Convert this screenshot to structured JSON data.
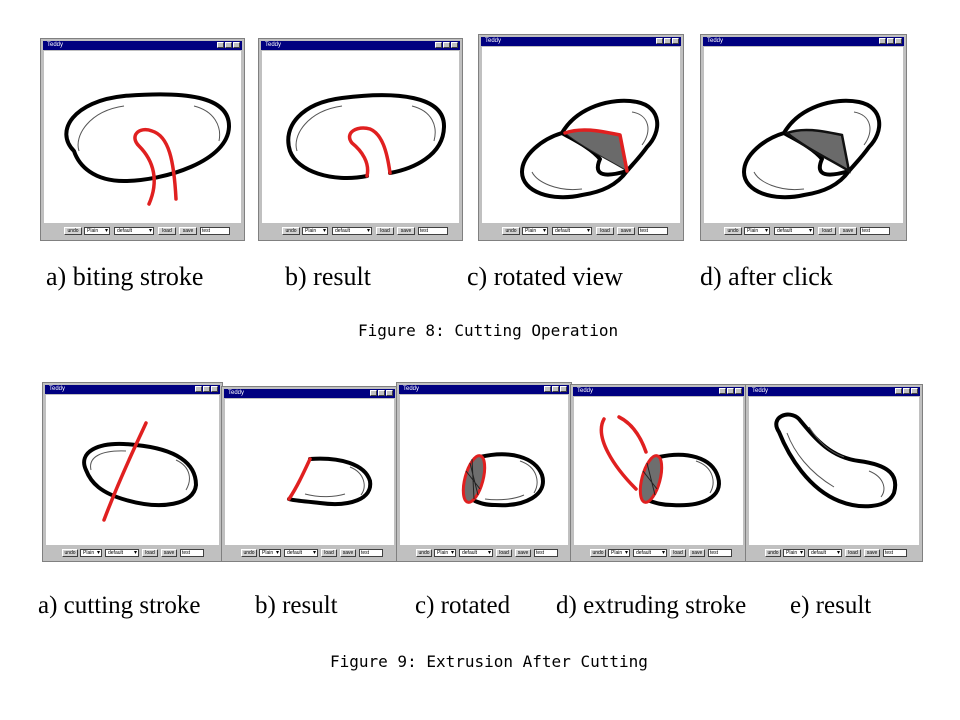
{
  "figure8": {
    "caption": "Figure 8: Cutting Operation",
    "panels": [
      {
        "label": "a) biting stroke",
        "window_title": "Teddy"
      },
      {
        "label": "b) result",
        "window_title": "Teddy"
      },
      {
        "label": "c) rotated view",
        "window_title": "Teddy"
      },
      {
        "label": "d) after click",
        "window_title": "Teddy"
      }
    ]
  },
  "figure9": {
    "caption": "Figure 9: Extrusion After Cutting",
    "panels": [
      {
        "label": "a) cutting stroke",
        "window_title": "Teddy"
      },
      {
        "label": "b) result",
        "window_title": "Teddy"
      },
      {
        "label": "c) rotated",
        "window_title": "Teddy"
      },
      {
        "label": "d) extruding stroke",
        "window_title": "Teddy"
      },
      {
        "label": "e) result",
        "window_title": "Teddy"
      }
    ]
  },
  "toolbar": {
    "undo": "undo",
    "mode": "Plain",
    "color": "default",
    "load": "load",
    "save": "save",
    "file": "test"
  },
  "colors": {
    "stroke": "#e02020",
    "titlebar": "#000080",
    "window": "#c0c0c0"
  }
}
